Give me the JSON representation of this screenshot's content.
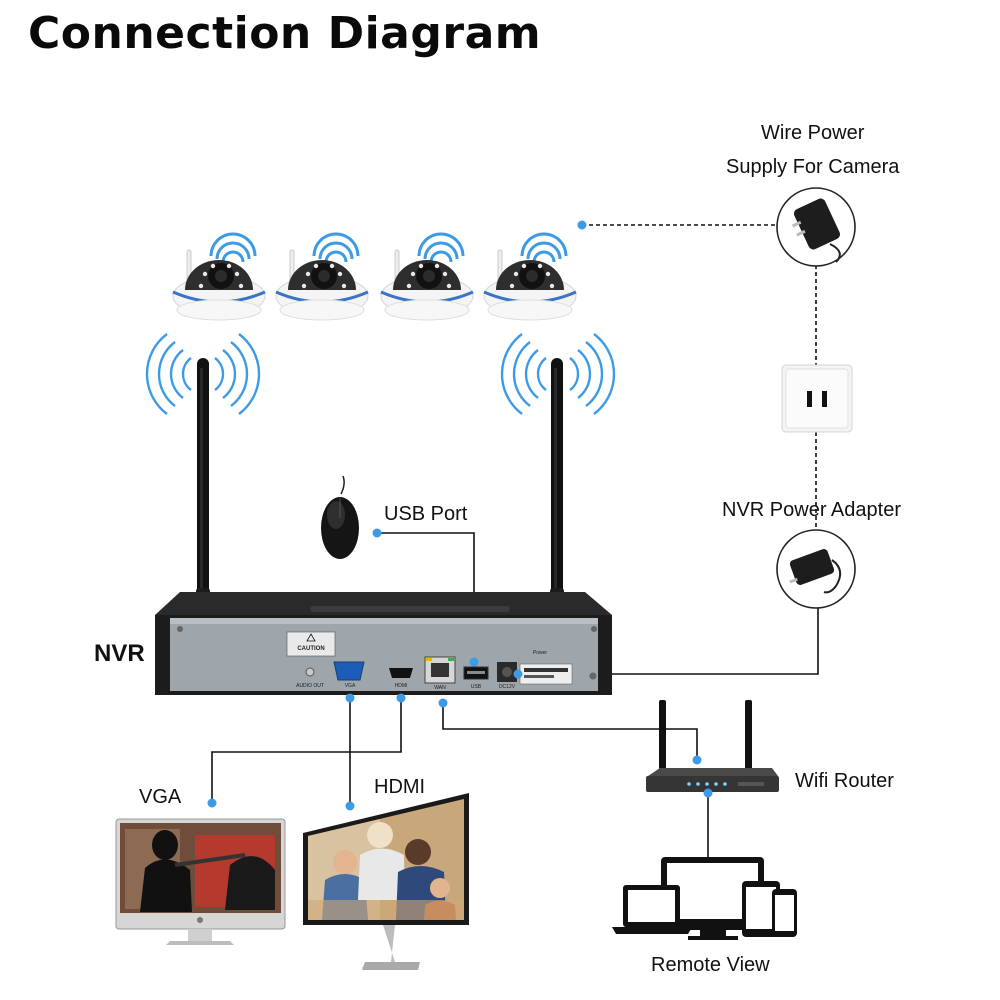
{
  "title": "Connection Diagram",
  "labels": {
    "wire_power_line1": "Wire Power",
    "wire_power_line2": "Supply For Camera",
    "usb_port": "USB Port",
    "nvr_power_adapter": "NVR Power Adapter",
    "nvr": "NVR",
    "wifi_router": "Wifi Router",
    "vga": "VGA",
    "hdmi": "HDMI",
    "remote_view": "Remote View"
  },
  "nvr_panel": {
    "caution": "CAUTION",
    "audio_out": "AUDIO OUT",
    "vga_port": "VGA",
    "hdmi_port": "HDMI",
    "wan_port": "WAN",
    "usb_port": "USB",
    "dc_port": "DC12V",
    "power": "Power"
  },
  "colors": {
    "connector_dot": "#3d9be6",
    "wifi_wave": "#3d9be6",
    "line": "#111111",
    "nvr_body": "#1c1c1c",
    "nvr_panel": "#9ea5ab"
  }
}
